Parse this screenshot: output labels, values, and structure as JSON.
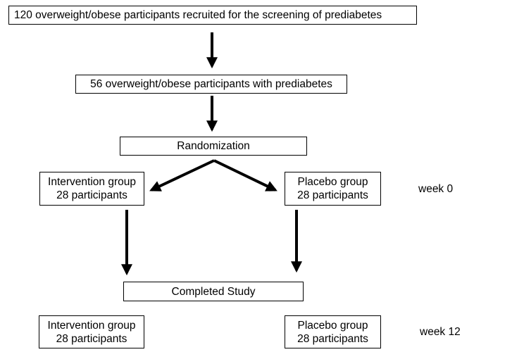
{
  "flowchart": {
    "recruited": "120 overweight/obese participants recruited for the screening of prediabetes",
    "prediabetes": "56 overweight/obese participants with prediabetes",
    "randomization": "Randomization",
    "intervention_start": {
      "name": "Intervention group",
      "count": "28 participants"
    },
    "placebo_start": {
      "name": "Placebo group",
      "count": "28 participants"
    },
    "completed": "Completed Study",
    "intervention_end": {
      "name": "Intervention group",
      "count": "28 participants"
    },
    "placebo_end": {
      "name": "Placebo group",
      "count": "28 participants"
    }
  },
  "timepoints": {
    "start": "week 0",
    "end": "week 12"
  },
  "colors": {
    "line": "#000000",
    "box_border": "#000000",
    "background": "#ffffff"
  }
}
